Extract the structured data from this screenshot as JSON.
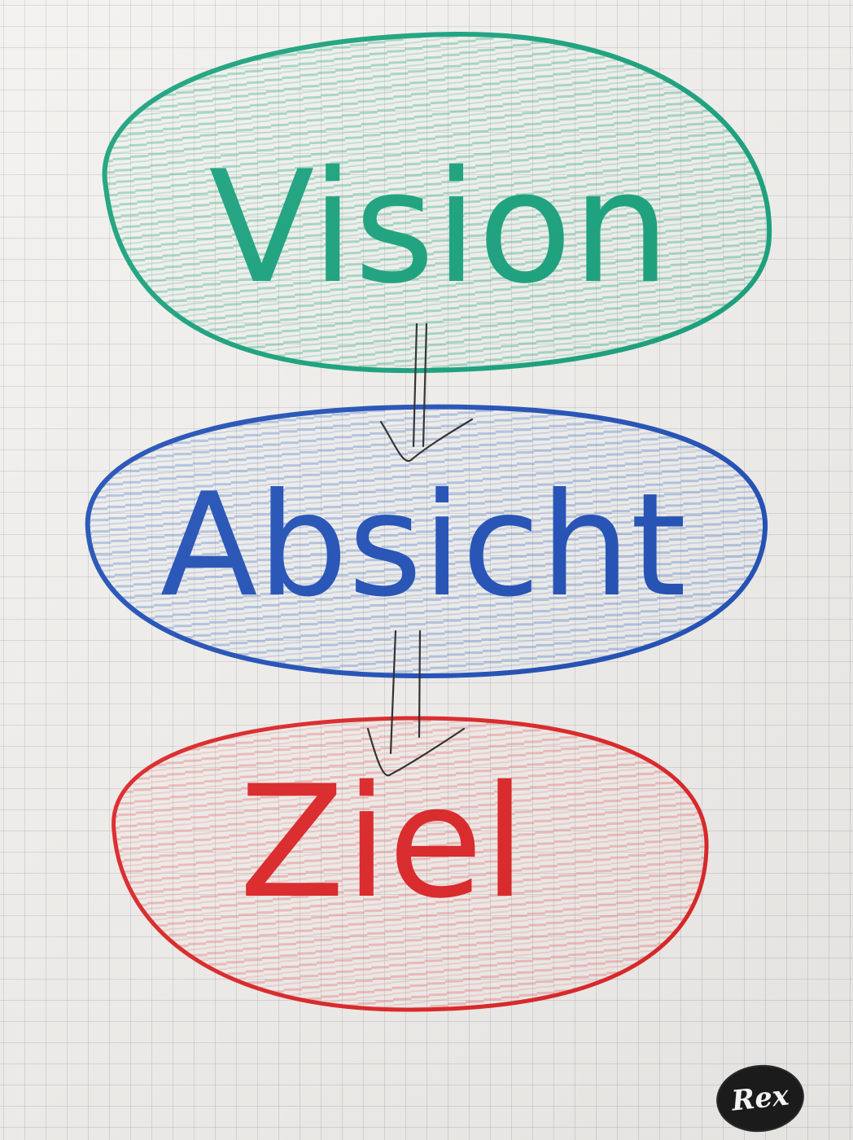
{
  "nodes": [
    {
      "id": "vision",
      "label": "Vision",
      "color": "#13a07a",
      "fill": "#5fbf9d"
    },
    {
      "id": "absicht",
      "label": "Absicht",
      "color": "#1f4fb8",
      "fill": "#6f97d6"
    },
    {
      "id": "ziel",
      "label": "Ziel",
      "color": "#e02628",
      "fill": "#f08a8a"
    }
  ],
  "arrows": [
    {
      "from": "vision",
      "to": "absicht",
      "style": "double-line",
      "color": "#2a2a2a"
    },
    {
      "from": "absicht",
      "to": "ziel",
      "style": "double-line",
      "color": "#2a2a2a"
    }
  ],
  "logo": {
    "text": "Rex"
  },
  "background": "grid-paper"
}
